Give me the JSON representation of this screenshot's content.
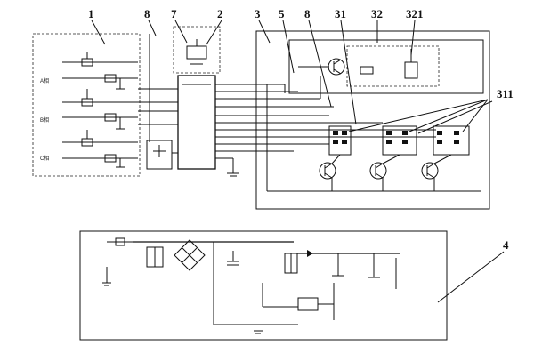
{
  "labels": {
    "l1": "1",
    "l8a": "8",
    "l7": "7",
    "l2": "2",
    "l3": "3",
    "l5": "5",
    "l8b": "8",
    "l31": "31",
    "l32": "32",
    "l321": "321",
    "l311": "311",
    "l4": "4"
  },
  "phase_labels": {
    "a": "A相",
    "b": "B相",
    "c": "C相"
  }
}
